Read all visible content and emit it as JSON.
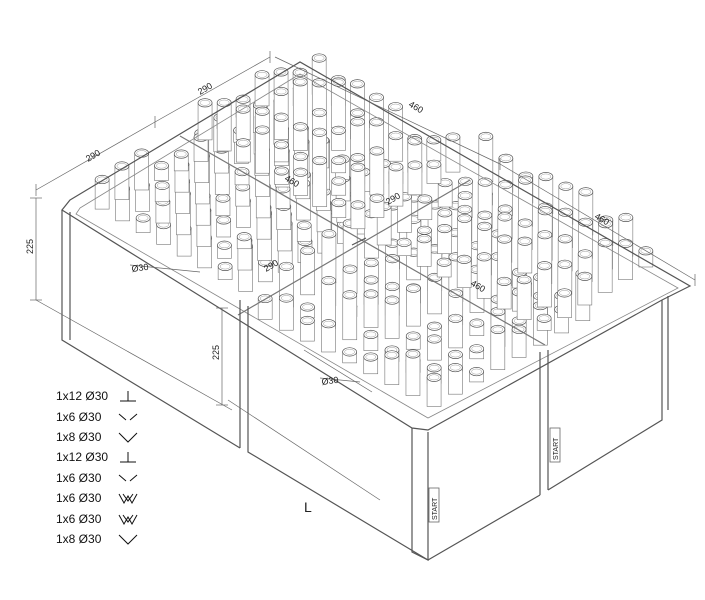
{
  "dimensions": {
    "left_box_width": "290",
    "top_box_width": "290",
    "top_box_length": "460",
    "right_box_length": "460",
    "inner_length_1": "460",
    "inner_length_2": "460",
    "inner_width_1": "290",
    "inner_width_2": "290",
    "height_left": "225",
    "height_front": "225",
    "tube_diameter_1": "Ø30",
    "tube_diameter_2": "Ø30"
  },
  "front_label": "L",
  "start_labels": [
    "START",
    "START"
  ],
  "legend": [
    {
      "text": "1x12 Ø30",
      "symbol": "perpendicular-icon"
    },
    {
      "text": "1x6 Ø30",
      "symbol": "fan-half-icon"
    },
    {
      "text": "1x8 Ø30",
      "symbol": "v-icon"
    },
    {
      "text": "1x12 Ø30",
      "symbol": "perpendicular-icon"
    },
    {
      "text": "1x6 Ø30",
      "symbol": "fan-half-icon"
    },
    {
      "text": "1x6 Ø30",
      "symbol": "double-v-icon"
    },
    {
      "text": "1x6 Ø30",
      "symbol": "double-v-icon"
    },
    {
      "text": "1x8 Ø30",
      "symbol": "v-icon"
    }
  ]
}
